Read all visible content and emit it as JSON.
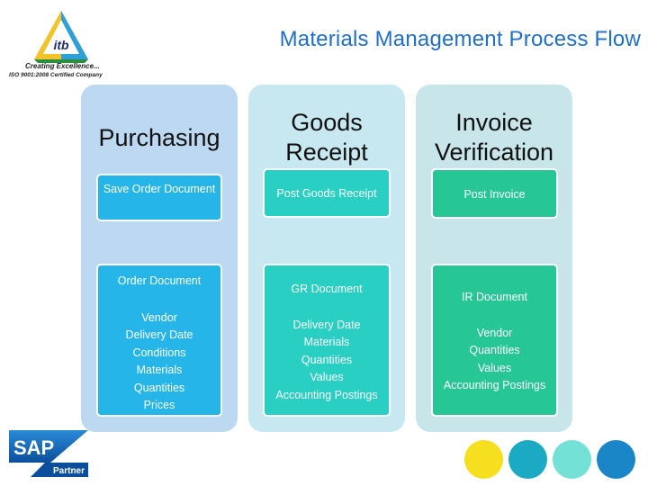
{
  "logo": {
    "text": "itb",
    "tagline": "Creating Excellence...",
    "iso": "ISO 9001:2008 Certified Company"
  },
  "title": "Materials Management Process Flow",
  "columns": [
    {
      "heading": "Purchasing",
      "action": "Save Order Document",
      "document": "Order Document",
      "details": [
        "Vendor",
        "Delivery Date",
        "Conditions",
        "Materials",
        "Quantities",
        "Prices"
      ]
    },
    {
      "heading": "Goods Receipt",
      "action": "Post Goods Receipt",
      "document": "GR Document",
      "details": [
        "Delivery Date",
        "Materials",
        "Quantities",
        "Values",
        "Accounting Postings"
      ]
    },
    {
      "heading": "Invoice Verification",
      "action": "Post Invoice",
      "document": "IR Document",
      "details": [
        "Vendor",
        "Quantities",
        "Values",
        "Accounting Postings"
      ]
    }
  ],
  "sap_badge": {
    "brand": "SAP",
    "label": "Partner"
  },
  "colors": {
    "circles": [
      "#f5df1e",
      "#1ba9c4",
      "#74e1d6",
      "#1a86c8"
    ],
    "title": "#1f6ec8"
  }
}
